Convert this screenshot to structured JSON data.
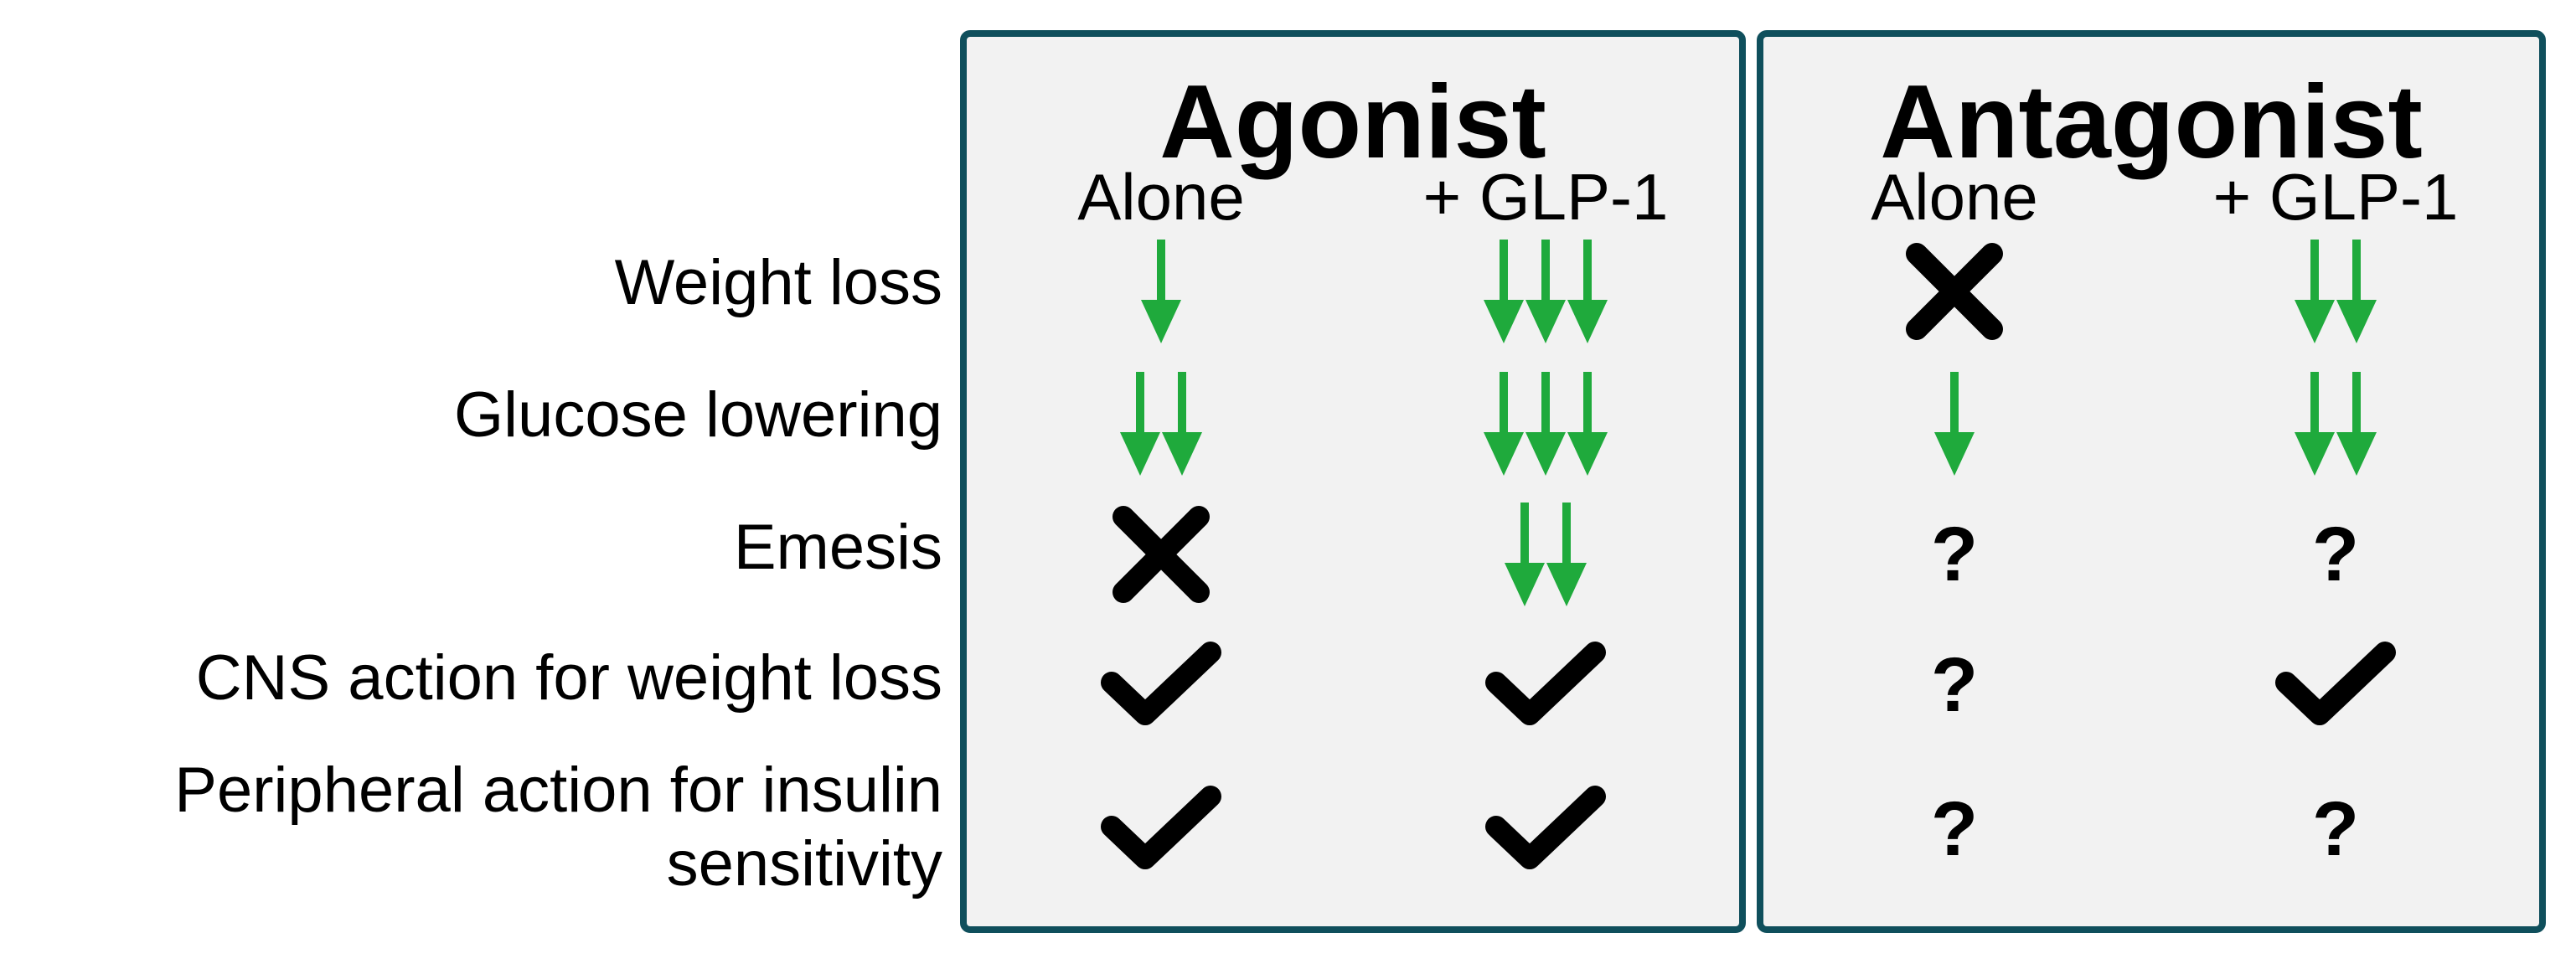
{
  "row_labels": [
    "Weight loss",
    "Glucose lowering",
    "Emesis",
    "CNS action for weight loss",
    "Peripheral action for insulin",
    "sensitivity"
  ],
  "panels": [
    {
      "title": "Agonist",
      "columns": [
        "Alone",
        "+ GLP-1"
      ],
      "cells": [
        [
          "down-arrow-1",
          "down-arrow-3"
        ],
        [
          "down-arrow-2",
          "down-arrow-3"
        ],
        [
          "x-mark",
          "down-arrow-2"
        ],
        [
          "check-mark",
          "check-mark"
        ],
        [
          "check-mark",
          "check-mark"
        ]
      ]
    },
    {
      "title": "Antagonist",
      "columns": [
        "Alone",
        "+ GLP-1"
      ],
      "cells": [
        [
          "x-mark",
          "down-arrow-2"
        ],
        [
          "down-arrow-1",
          "down-arrow-2"
        ],
        [
          "question-mark",
          "question-mark"
        ],
        [
          "question-mark",
          "check-mark"
        ],
        [
          "question-mark",
          "question-mark"
        ]
      ]
    }
  ],
  "symbols": {
    "question_mark": "?"
  },
  "colors": {
    "arrow": "#1faa3c",
    "panel_border": "#0f4f5c",
    "panel_fill": "#f2f2f2",
    "mark": "#000000"
  }
}
